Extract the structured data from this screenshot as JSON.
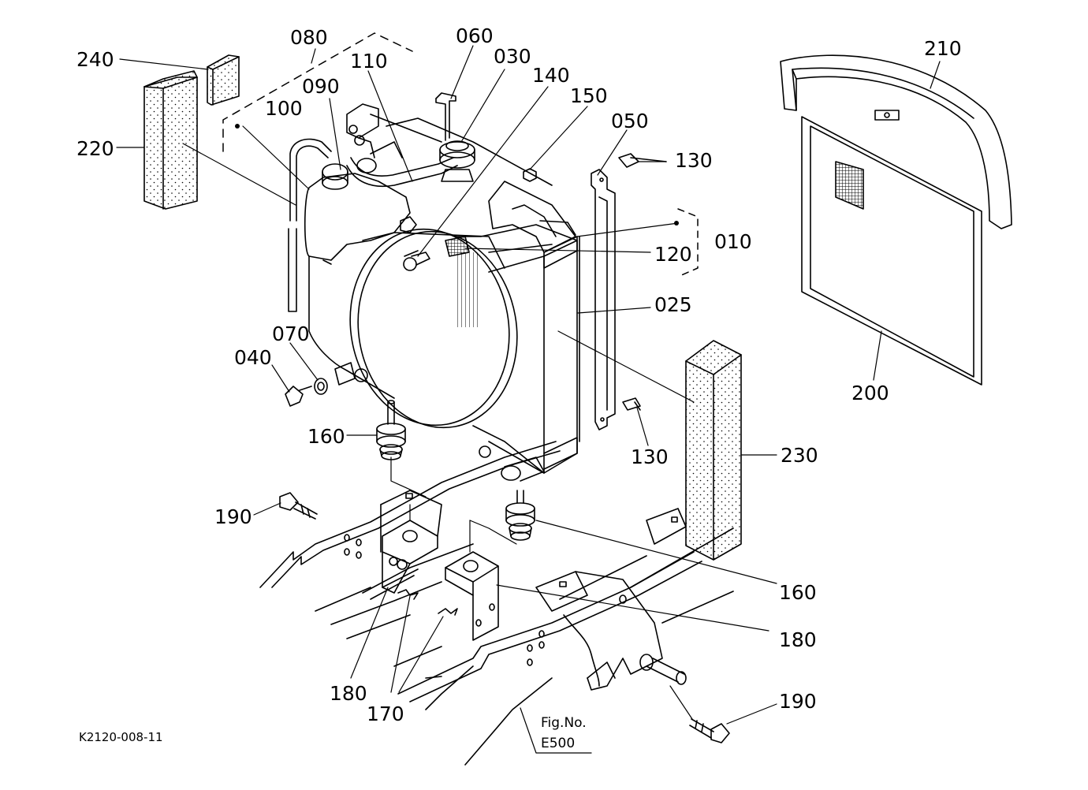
{
  "drawing_code": "K2120-008-11",
  "figure_ref": {
    "label": "Fig.No.",
    "number": "E500"
  },
  "callouts": [
    {
      "id": "c080",
      "text": "080"
    },
    {
      "id": "c060",
      "text": "060"
    },
    {
      "id": "c030",
      "text": "030"
    },
    {
      "id": "c240",
      "text": "240"
    },
    {
      "id": "c110",
      "text": "110"
    },
    {
      "id": "c140",
      "text": "140"
    },
    {
      "id": "c090",
      "text": "090"
    },
    {
      "id": "c150",
      "text": "150"
    },
    {
      "id": "c100",
      "text": "100"
    },
    {
      "id": "c050",
      "text": "050"
    },
    {
      "id": "c130a",
      "text": "130"
    },
    {
      "id": "c220",
      "text": "220"
    },
    {
      "id": "c010",
      "text": "010"
    },
    {
      "id": "c120",
      "text": "120"
    },
    {
      "id": "c025",
      "text": "025"
    },
    {
      "id": "c070",
      "text": "070"
    },
    {
      "id": "c040",
      "text": "040"
    },
    {
      "id": "c160a",
      "text": "160"
    },
    {
      "id": "c130b",
      "text": "130"
    },
    {
      "id": "c230",
      "text": "230"
    },
    {
      "id": "c190a",
      "text": "190"
    },
    {
      "id": "c160b",
      "text": "160"
    },
    {
      "id": "c180a",
      "text": "180"
    },
    {
      "id": "c180b",
      "text": "180"
    },
    {
      "id": "c170",
      "text": "170"
    },
    {
      "id": "c190b",
      "text": "190"
    },
    {
      "id": "c210",
      "text": "210"
    },
    {
      "id": "c200",
      "text": "200"
    }
  ]
}
